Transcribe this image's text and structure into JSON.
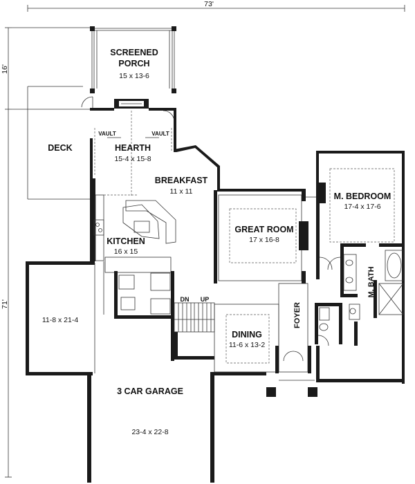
{
  "dimensions": {
    "overall_width": "73'",
    "porch_depth": "16'",
    "main_depth": "71'"
  },
  "rooms": {
    "screened_porch": {
      "name_line1": "SCREENED",
      "name_line2": "PORCH",
      "size": "15 x 13-6"
    },
    "hearth": {
      "name": "HEARTH",
      "size": "15-4 x 15-8"
    },
    "deck": {
      "name": "DECK"
    },
    "breakfast": {
      "name": "BREAKFAST",
      "size": "11 x 11"
    },
    "kitchen": {
      "name": "KITCHEN",
      "size": "16 x 15"
    },
    "great_room": {
      "name": "GREAT ROOM",
      "size": "17 x 16-8"
    },
    "master_bedroom": {
      "name": "M. BEDROOM",
      "size": "17-4 x 17-6"
    },
    "master_bath": {
      "name": "M. BATH"
    },
    "dining": {
      "name": "DINING",
      "size": "11-6 x 13-2"
    },
    "foyer": {
      "name": "FOYER"
    },
    "garage": {
      "name": "3 CAR GARAGE",
      "size": "23-4 x 22-8"
    },
    "garage_bay": {
      "size": "11-8 x 21-4"
    }
  },
  "notes": {
    "vault_left": "VAULT",
    "vault_right": "VAULT",
    "stair_down": "DN",
    "stair_up": "UP"
  }
}
